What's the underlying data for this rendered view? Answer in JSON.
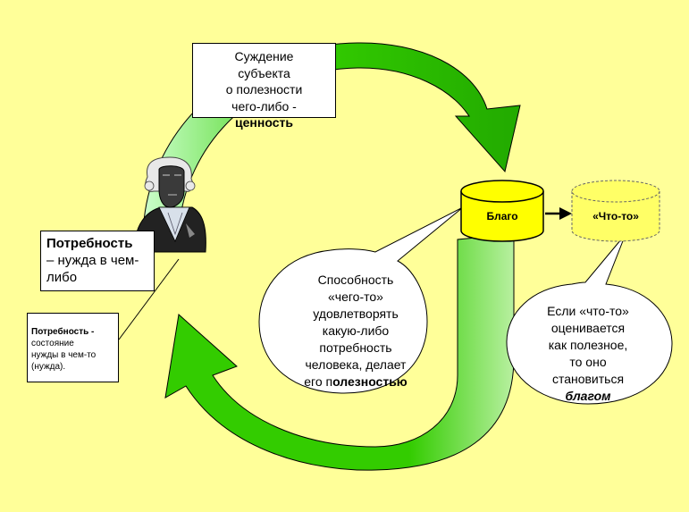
{
  "judgment": {
    "line1": "Суждение",
    "line2": "субъекта",
    "line3": "о полезности",
    "line4": "чего-либо -",
    "line5": "ценность"
  },
  "need": {
    "term": "Потребность",
    "line2": "– нужда в чем-",
    "line3": "либо"
  },
  "need_state": {
    "term": "Потребность -",
    "line2": "состояние",
    "line3": "нужды в чем-то",
    "line4": "(нужда)."
  },
  "ability": {
    "line1": "Способность",
    "line2": "«чего-то»",
    "line3": "удовлетворять",
    "line4": "какую-либо",
    "line5": "потребность",
    "line6": "человека, делает",
    "line7_prefix": "его п",
    "line7_bold": "олезностью"
  },
  "if_then": {
    "line1": "Если «что-то»",
    "line2": "оценивается",
    "line3": "как полезное,",
    "line4": "то оно",
    "line5": "становиться",
    "line6": "благом"
  },
  "good_cylinder": {
    "label": "Благо"
  },
  "something_cylinder": {
    "label": "«Что-то»"
  },
  "colors": {
    "background": "#ffff99",
    "arrow_fill": "#33cc00",
    "arrow_light": "#ccffcc",
    "cylinder_good": "#ffff00",
    "cylinder_something": "#ffff66"
  }
}
